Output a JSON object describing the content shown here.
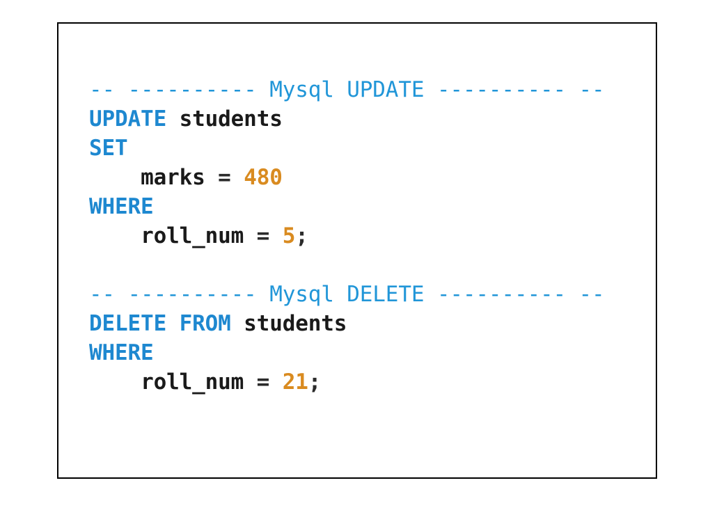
{
  "page": {
    "background_color": "#ffffff",
    "title": "Mysql UPDATE and DELETE code snippet"
  },
  "code_box": {
    "border_color": "#000000",
    "background_color": "#ffffff"
  },
  "theme": {
    "comment_color": "#2196D8",
    "keyword_color": "#1E88D0",
    "identifier_color": "#1a1a1a",
    "number_color": "#D98B20",
    "operator_color": "#2b2b2b"
  },
  "code": {
    "language": "sql",
    "lines": [
      {
        "index": 1,
        "text": "-- ---------- Mysql UPDATE ---------- --",
        "tokens": [
          {
            "type": "comment",
            "text": "-- ---------- Mysql UPDATE ---------- --"
          }
        ]
      },
      {
        "index": 2,
        "text": "UPDATE students",
        "tokens": [
          {
            "type": "keyword",
            "text": "UPDATE"
          },
          {
            "type": "plain",
            "text": " "
          },
          {
            "type": "ident",
            "text": "students"
          }
        ]
      },
      {
        "index": 3,
        "text": "SET",
        "tokens": [
          {
            "type": "keyword",
            "text": "SET"
          }
        ]
      },
      {
        "index": 4,
        "text": "    marks = 480",
        "tokens": [
          {
            "type": "plain",
            "text": "    "
          },
          {
            "type": "ident",
            "text": "marks"
          },
          {
            "type": "op",
            "text": " = "
          },
          {
            "type": "number",
            "text": "480"
          }
        ]
      },
      {
        "index": 5,
        "text": "WHERE",
        "tokens": [
          {
            "type": "keyword",
            "text": "WHERE"
          }
        ]
      },
      {
        "index": 6,
        "text": "    roll_num = 5;",
        "tokens": [
          {
            "type": "plain",
            "text": "    "
          },
          {
            "type": "ident",
            "text": "roll_num"
          },
          {
            "type": "op",
            "text": " = "
          },
          {
            "type": "number",
            "text": "5"
          },
          {
            "type": "punct",
            "text": ";"
          }
        ]
      },
      {
        "index": 7,
        "text": "",
        "tokens": []
      },
      {
        "index": 8,
        "text": "-- ---------- Mysql DELETE ---------- --",
        "tokens": [
          {
            "type": "comment",
            "text": "-- ---------- Mysql DELETE ---------- --"
          }
        ]
      },
      {
        "index": 9,
        "text": "DELETE FROM students",
        "tokens": [
          {
            "type": "keyword",
            "text": "DELETE FROM"
          },
          {
            "type": "plain",
            "text": " "
          },
          {
            "type": "ident",
            "text": "students"
          }
        ]
      },
      {
        "index": 10,
        "text": "WHERE",
        "tokens": [
          {
            "type": "keyword",
            "text": "WHERE"
          }
        ]
      },
      {
        "index": 11,
        "text": "    roll_num = 21;",
        "tokens": [
          {
            "type": "plain",
            "text": "    "
          },
          {
            "type": "ident",
            "text": "roll_num"
          },
          {
            "type": "op",
            "text": " = "
          },
          {
            "type": "number",
            "text": "21"
          },
          {
            "type": "punct",
            "text": ";"
          }
        ]
      }
    ]
  }
}
